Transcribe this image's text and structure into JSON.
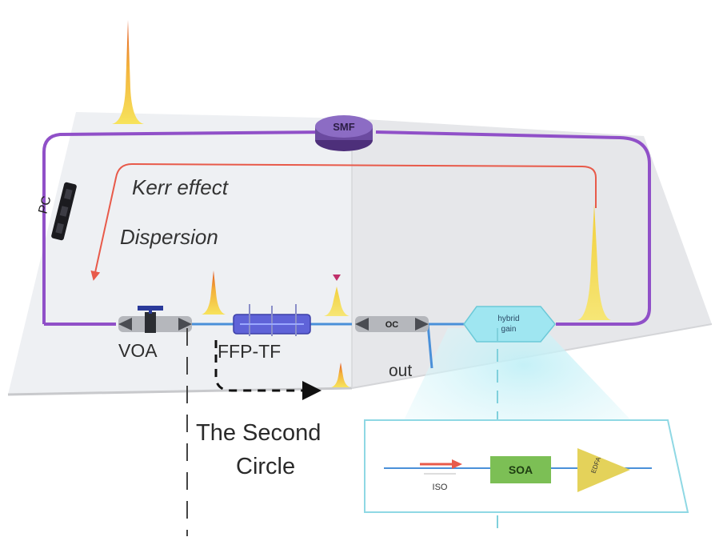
{
  "labels": {
    "smf": "SMF",
    "pc": "PC",
    "kerr": "Kerr effect",
    "dispersion": "Dispersion",
    "voa": "VOA",
    "ffp": "FFP-TF",
    "oc": "OC",
    "out": "out",
    "hybrid_line1": "hybrid",
    "hybrid_line2": "gain",
    "second_line1": "The Second",
    "second_line2": "Circle",
    "iso": "ISO",
    "soa": "SOA",
    "edfa": "EDFA"
  },
  "colors": {
    "fiber_loop": "#9050c8",
    "signal_arrow": "#e85a4a",
    "teal_line": "#7fd0dc",
    "inset_border": "#8fd8e4",
    "soa_fill": "#7cbf55",
    "edfa_fill": "#e4d25a",
    "pulse_peak": "#e8702a",
    "pulse_base": "#f5e060"
  }
}
